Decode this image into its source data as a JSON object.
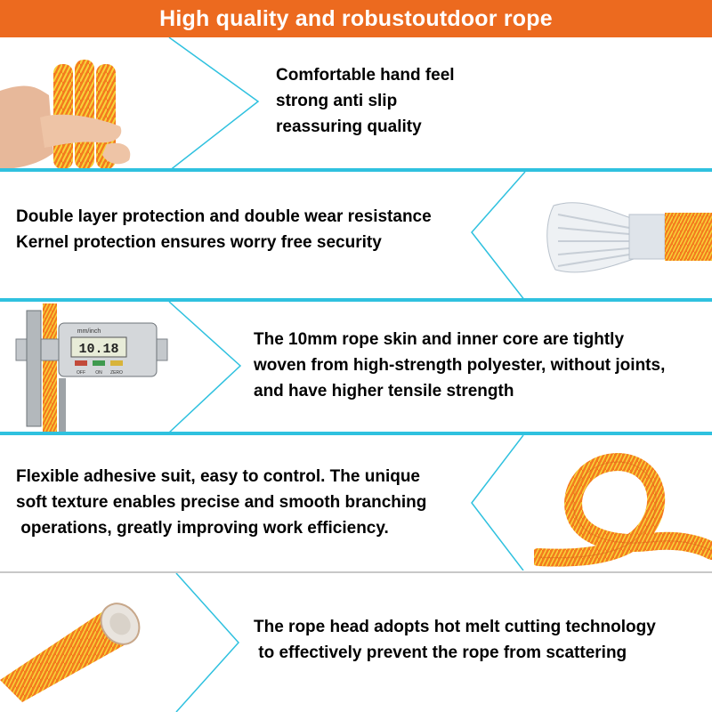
{
  "banner": {
    "title": "High quality and robustoutdoor rope"
  },
  "sections": [
    {
      "lines": [
        "Comfortable hand feel",
        "strong anti slip",
        "reassuring quality"
      ],
      "image": "hand-holding-ropes"
    },
    {
      "lines": [
        "Double layer protection and double wear resistance",
        "Kernel protection ensures worry free security"
      ],
      "image": "rope-core-fibers"
    },
    {
      "lines": [
        "The 10mm rope skin and inner core are tightly",
        "woven from high-strength polyester, without joints,",
        "and have higher tensile strength"
      ],
      "image": "caliper-measuring-rope",
      "caliper": {
        "unit_label": "mm/inch",
        "reading": "10.18",
        "buttons": [
          "OFF",
          "ON",
          "ZERO"
        ]
      }
    },
    {
      "lines": [
        "Flexible adhesive suit, easy to control. The unique",
        "soft texture enables precise and smooth branching",
        " operations, greatly improving work efficiency."
      ],
      "image": "rope-loop"
    },
    {
      "lines": [
        "The rope head adopts hot melt cutting technology",
        " to effectively prevent the rope from scattering"
      ],
      "image": "melted-rope-end"
    }
  ],
  "colors": {
    "banner": "#ec6a1f",
    "divider": "#2fc1df",
    "rope": "#f47a1e",
    "fleck": "#f6d33a"
  }
}
